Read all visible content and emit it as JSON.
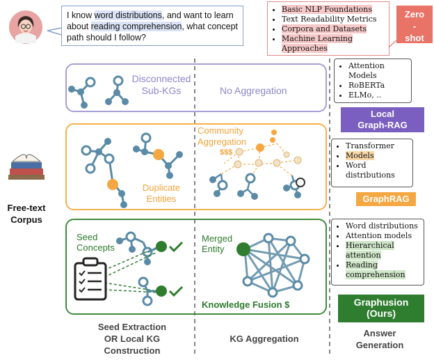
{
  "question": {
    "pre": "I know ",
    "hl1": "word distributions",
    "mid": ", and want to learn about ",
    "hl2": "reading comprehension",
    "post": ", what concept path should I follow?"
  },
  "zero_shot": {
    "items": [
      "Basic NLP Foundations",
      "Text Readability Metrics",
      "Corpora and Datasets",
      "Machine Learning Approaches"
    ],
    "label_line1": "Zero",
    "label_line2": "-",
    "label_line3": "shot"
  },
  "left": {
    "corpus_line1": "Free-text",
    "corpus_line2": "Corpus"
  },
  "panel1": {
    "left_label_line1": "Disconnected",
    "left_label_line2": "Sub-KGs",
    "right_label": "No Aggregation"
  },
  "panel2": {
    "left_label_line1": "Duplicate",
    "left_label_line2": "Entities",
    "right_label_line1": "Community",
    "right_label_line2": "Aggregation",
    "money": "$$$"
  },
  "panel3": {
    "seed_line1": "Seed",
    "seed_line2": "Concepts",
    "merged_line1": "Merged",
    "merged_line2": "Entity",
    "fusion": "Knowledge Fusion $"
  },
  "local_rag": {
    "items": [
      "Attention Models",
      "RoBERTa",
      "ELMo, .."
    ],
    "label_line1": "Local",
    "label_line2": "Graph-RAG"
  },
  "graph_rag": {
    "items": [
      "Transformer",
      "Models",
      "Word distributions"
    ],
    "label": "GraphRAG"
  },
  "graphusion": {
    "items": [
      "Word distributions",
      "Attention models",
      "Hierarchical attention",
      "Reading comprehension"
    ],
    "label_line1": "Graphusion",
    "label_line2": "(Ours)"
  },
  "footer": {
    "col1_line1": "Seed Extraction",
    "col1_line2": "OR Local KG",
    "col1_line3": "Construction",
    "col2": "KG Aggregation",
    "col3_line1": "Answer",
    "col3_line2": "Generation"
  },
  "colors": {
    "purple": "#7b5fc0",
    "orange": "#f5a742",
    "green": "#2f7d2f",
    "red": "#e87366",
    "node": "#5a8aa6",
    "seed": "#2f7d2f"
  },
  "icons": [
    "avatar-icon",
    "books-icon",
    "clipboard-icon",
    "checkmark-icon",
    "graph-icon"
  ]
}
